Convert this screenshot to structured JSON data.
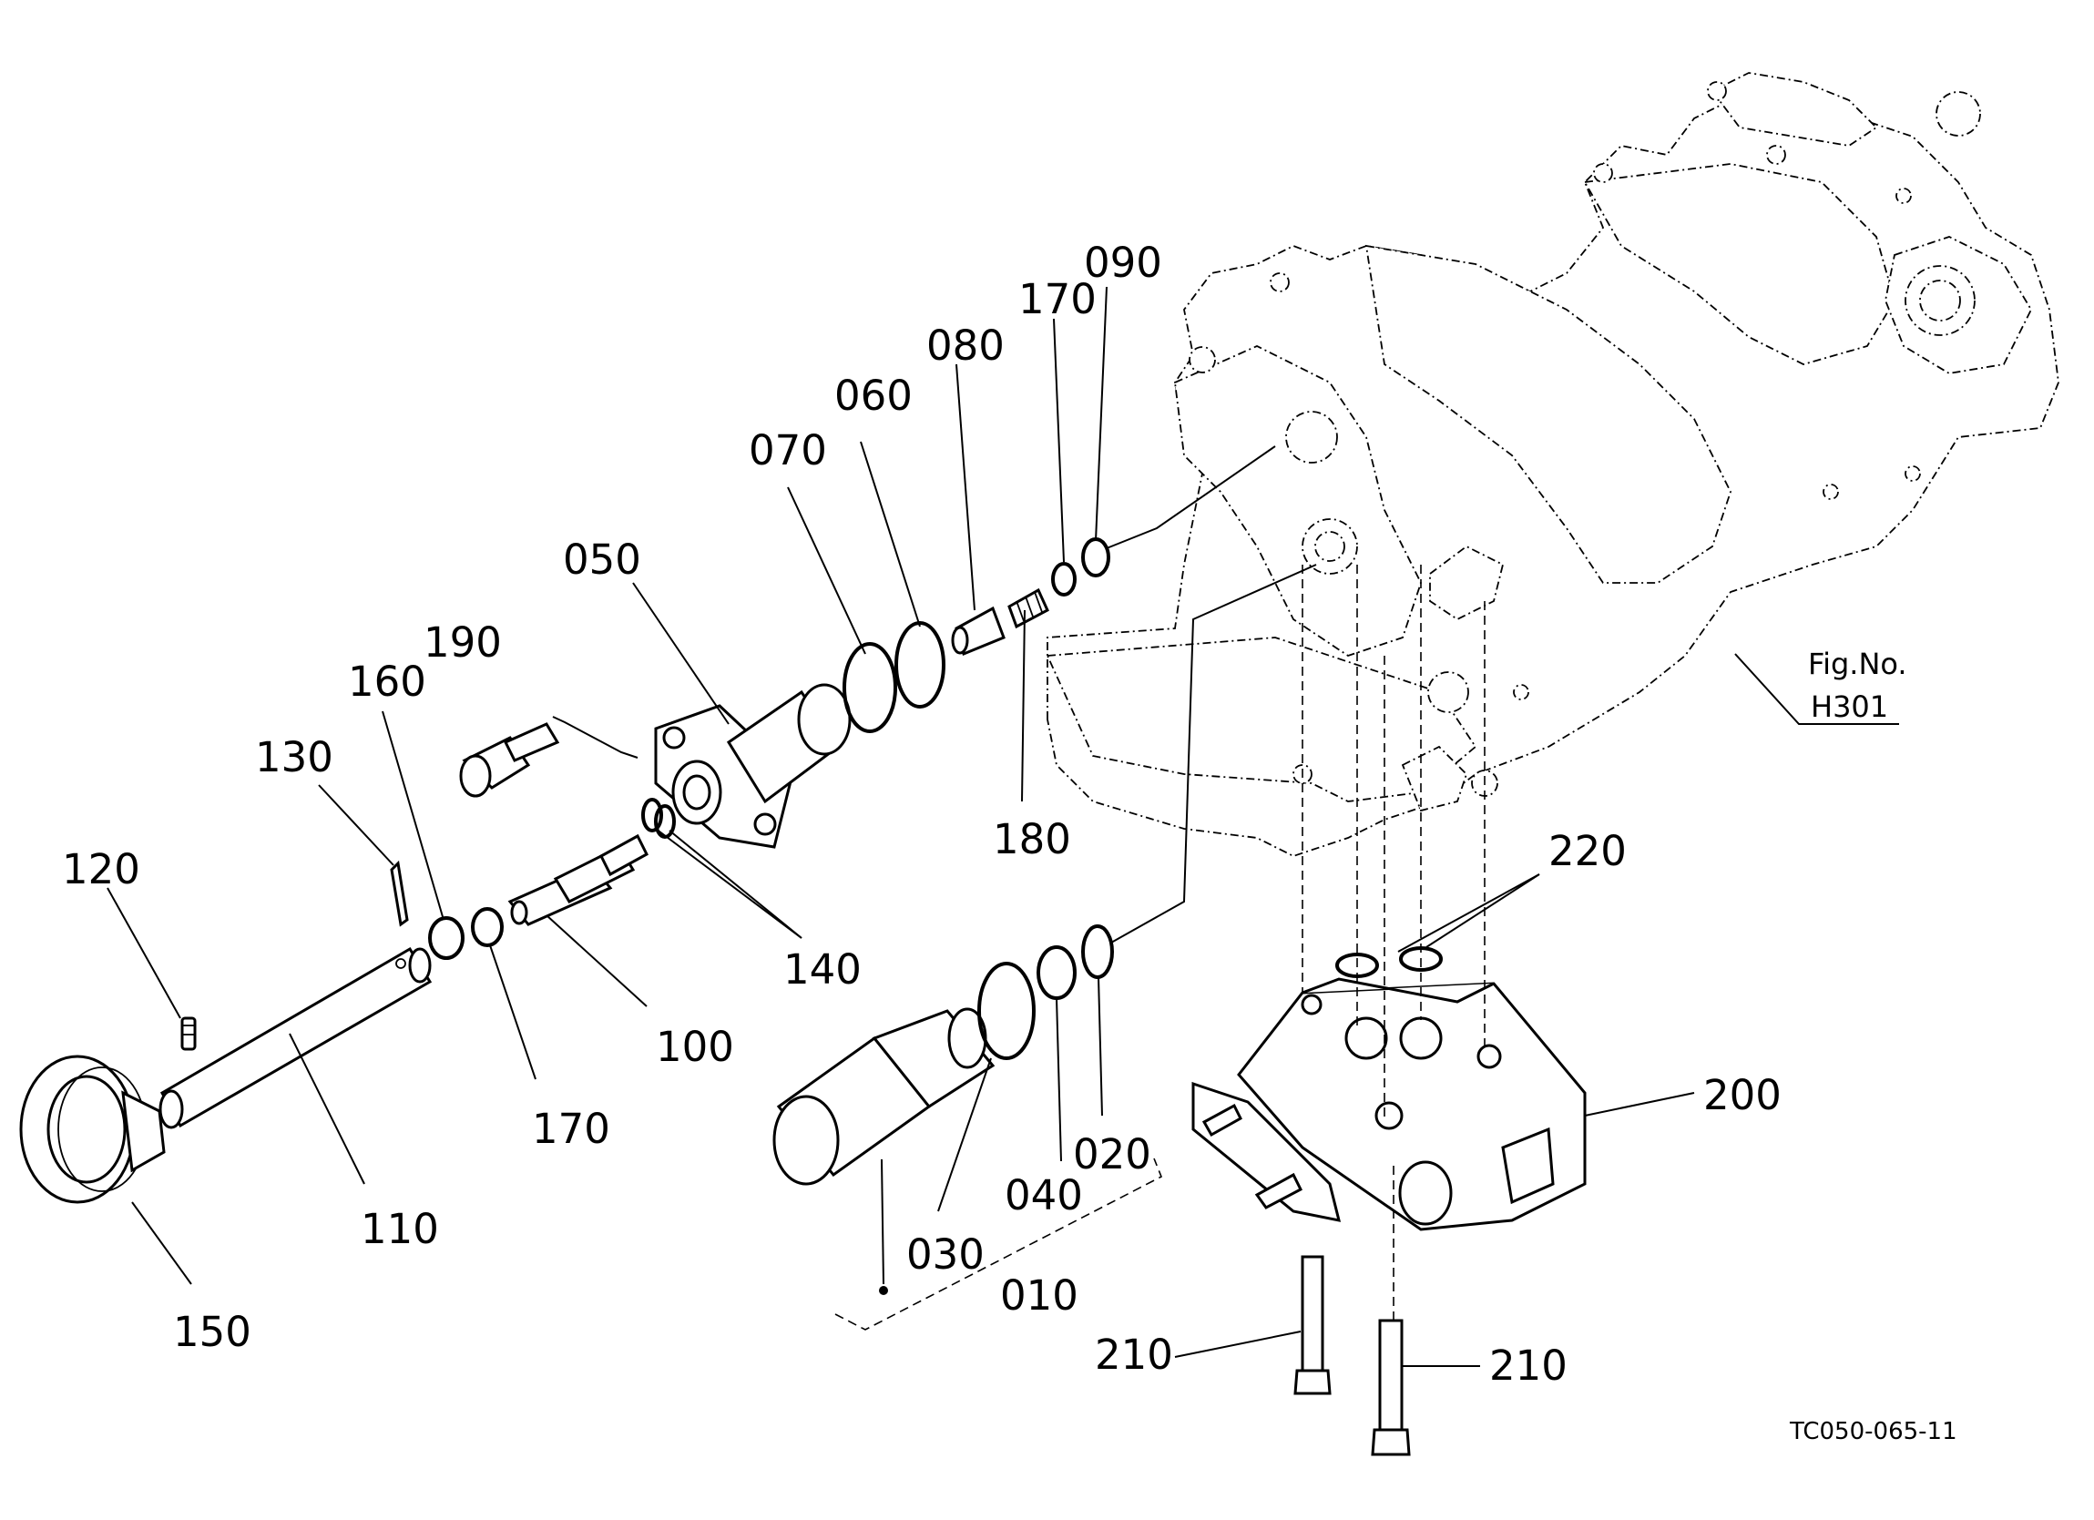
{
  "callouts": [
    {
      "id": "120",
      "text": "120"
    },
    {
      "id": "130",
      "text": "130"
    },
    {
      "id": "160",
      "text": "160"
    },
    {
      "id": "190",
      "text": "190"
    },
    {
      "id": "050",
      "text": "050"
    },
    {
      "id": "070",
      "text": "070"
    },
    {
      "id": "060",
      "text": "060"
    },
    {
      "id": "080",
      "text": "080"
    },
    {
      "id": "170a",
      "text": "170"
    },
    {
      "id": "090",
      "text": "090"
    },
    {
      "id": "180",
      "text": "180"
    },
    {
      "id": "140",
      "text": "140"
    },
    {
      "id": "100",
      "text": "100"
    },
    {
      "id": "170b",
      "text": "170"
    },
    {
      "id": "110",
      "text": "110"
    },
    {
      "id": "150",
      "text": "150"
    },
    {
      "id": "030",
      "text": "030"
    },
    {
      "id": "040",
      "text": "040"
    },
    {
      "id": "020",
      "text": "020"
    },
    {
      "id": "010",
      "text": "010"
    },
    {
      "id": "220",
      "text": "220"
    },
    {
      "id": "200",
      "text": "200"
    },
    {
      "id": "210a",
      "text": "210"
    },
    {
      "id": "210b",
      "text": "210"
    }
  ],
  "figure_ref": {
    "line1": "Fig.No.",
    "line2": "H301"
  },
  "drawing_number": "TC050-065-11"
}
